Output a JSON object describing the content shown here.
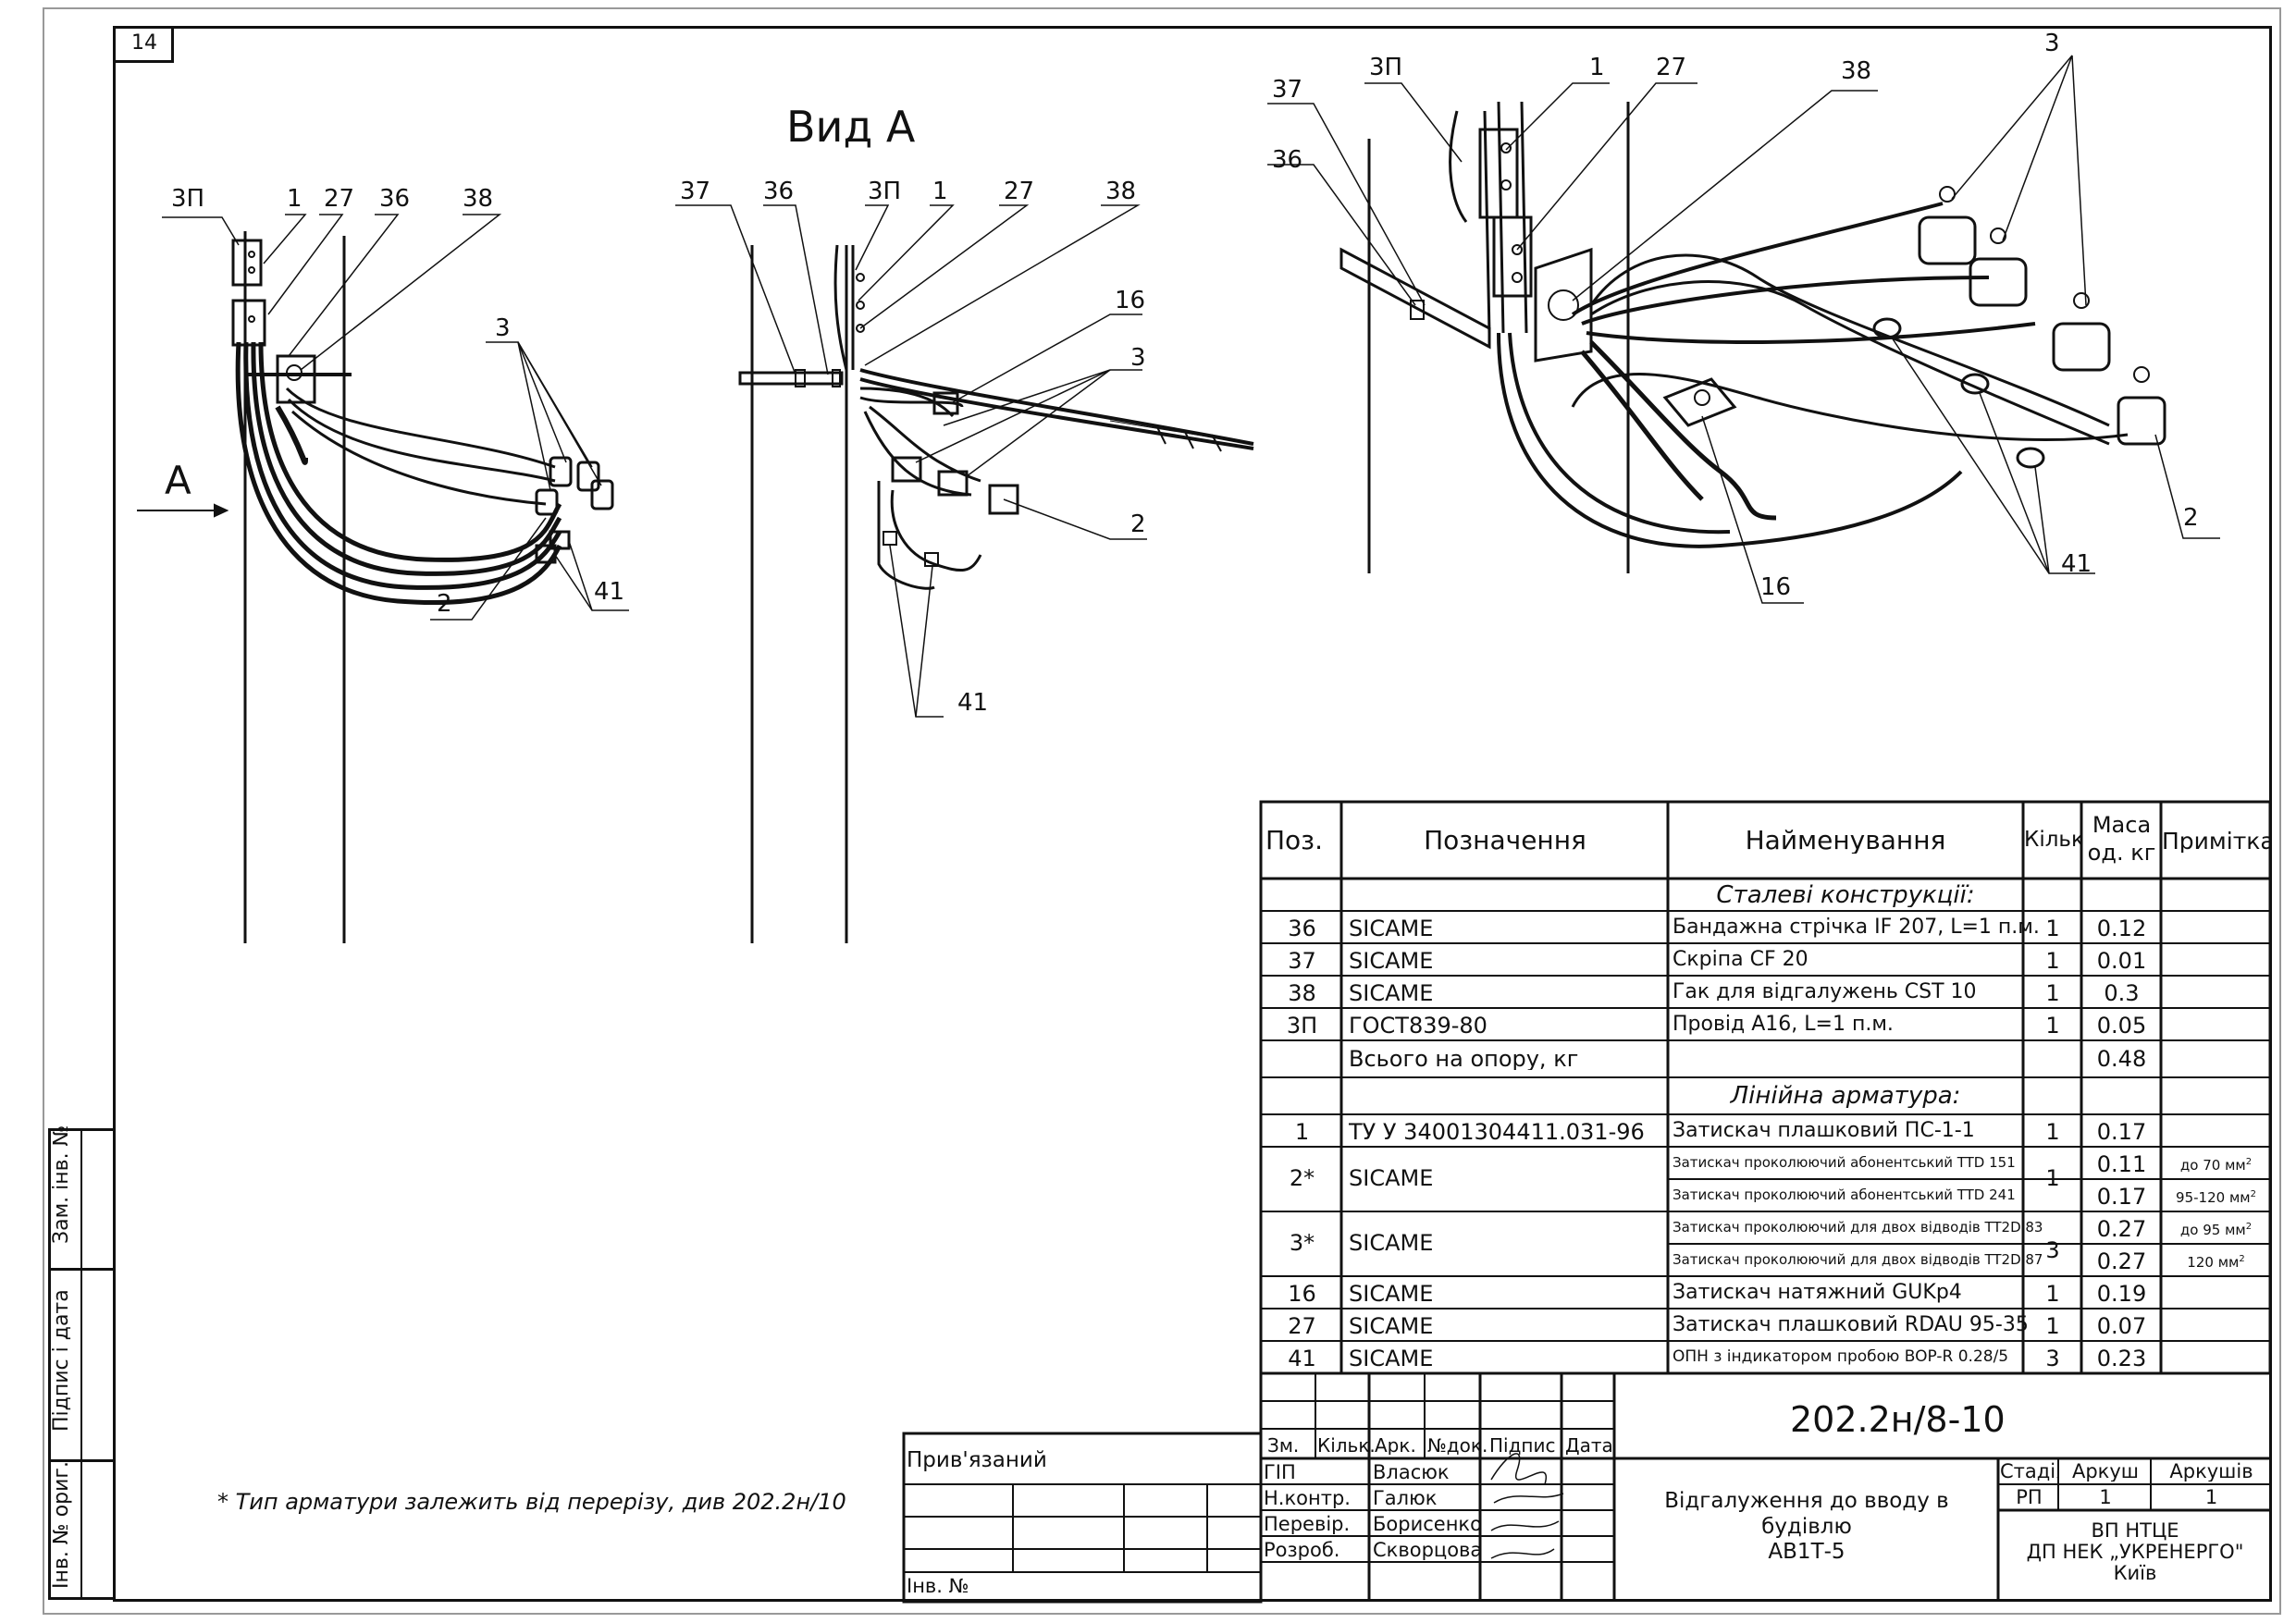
{
  "sheet": {
    "number": "14",
    "view_title": "Вид А",
    "view_arrow_label": "A",
    "footnote": "* Тип арматури залежить від перерізу, див 202.2н/10"
  },
  "callouts": {
    "view1": [
      "3П",
      "1",
      "27",
      "36",
      "38",
      "3",
      "2",
      "41"
    ],
    "view2": [
      "37",
      "36",
      "3П",
      "1",
      "27",
      "38",
      "16",
      "3",
      "2",
      "41"
    ],
    "view3": [
      "37",
      "36",
      "3П",
      "1",
      "27",
      "38",
      "3",
      "2",
      "16",
      "41"
    ]
  },
  "side_stamps": {
    "zam_inv": "Зам. інв. №",
    "pidpys_data": "Підпис і дата",
    "inv_orig": "Інв. № ориг."
  },
  "spec_table": {
    "headers": {
      "pos": "Поз.",
      "designation": "Позначення",
      "name": "Найменування",
      "qty": "Кільк.",
      "mass_line1": "Маса",
      "mass_line2": "од. кг",
      "note": "Примітка"
    },
    "section_steel": "Сталеві конструкції:",
    "steel_rows": [
      {
        "pos": "36",
        "designation": "SICAME",
        "name": "Бандажна стрічка IF 207, L=1 п.м.",
        "qty": "1",
        "mass": "0.12",
        "note": ""
      },
      {
        "pos": "37",
        "designation": "SICAME",
        "name": "Скріпа CF 20",
        "qty": "1",
        "mass": "0.01",
        "note": ""
      },
      {
        "pos": "38",
        "designation": "SICAME",
        "name": "Гак для відгалужень CST 10",
        "qty": "1",
        "mass": "0.3",
        "note": ""
      },
      {
        "pos": "3П",
        "designation": "ГОСТ839-80",
        "name": "Провід А16, L=1 п.м.",
        "qty": "1",
        "mass": "0.05",
        "note": ""
      }
    ],
    "total_row": {
      "label": "Всього на опору, кг",
      "mass": "0.48"
    },
    "section_line": "Лінійна арматура:",
    "line_rows": [
      {
        "pos": "1",
        "designation": "ТУ У 34001304411.031-96",
        "name": "Затискач плашковий ПС-1-1",
        "qty": "1",
        "mass": "0.17",
        "note": ""
      },
      {
        "pos": "16",
        "designation": "SICAME",
        "name": "Затискач натяжний GUKp4",
        "qty": "1",
        "mass": "0.19",
        "note": ""
      },
      {
        "pos": "27",
        "designation": "SICAME",
        "name": "Затискач плашковий RDAU 95-35",
        "qty": "1",
        "mass": "0.07",
        "note": ""
      },
      {
        "pos": "41",
        "designation": "SICAME",
        "name": "ОПН з індикатором пробою BOP-R 0.28/5",
        "qty": "3",
        "mass": "0.23",
        "note": ""
      }
    ],
    "row2": {
      "pos": "2*",
      "designation": "SICAME",
      "qty": "1",
      "sub": [
        {
          "name": "Затискач проколюючий абонентський TTD 151",
          "mass": "0.11",
          "note": "до 70 мм"
        },
        {
          "name": "Затискач проколюючий абонентський TTD 241",
          "mass": "0.17",
          "note": "95-120 мм"
        }
      ]
    },
    "row3": {
      "pos": "3*",
      "designation": "SICAME",
      "qty": "3",
      "sub": [
        {
          "name": "Затискач проколюючий для двох відводів TT2D 83",
          "mass": "0.27",
          "note": "до 95 мм"
        },
        {
          "name": "Затискач проколюючий для двох відводів TT2D 87",
          "mass": "0.27",
          "note": "120 мм"
        }
      ]
    },
    "sq_mark": "2"
  },
  "title_block": {
    "doc_code": "202.2н/8-10",
    "privyazanyi": "Прив'язаний",
    "inv_no": "Інв. №",
    "col_headers": [
      "Зм.",
      "Кільк.",
      "Арк.",
      "№док.",
      "Підпис",
      "Дата"
    ],
    "roles": [
      {
        "role": "ГІП",
        "name": "Власюк"
      },
      {
        "role": "Н.контр.",
        "name": "Галюк"
      },
      {
        "role": "Перевір.",
        "name": "Борисенко"
      },
      {
        "role": "Розроб.",
        "name": "Скворцова"
      }
    ],
    "drawing_title": [
      "Відгалуження до вводу в",
      "будівлю",
      "АВ1Т-5"
    ],
    "stage_label": "Стадія",
    "sheet_label": "Аркуш",
    "sheets_label": "Аркушів",
    "stage_value": "РП",
    "sheet_value": "1",
    "sheets_value": "1",
    "org": [
      "ВП НТЦЕ",
      "ДП НЕК „УКРЕНЕРГО\"",
      "Київ"
    ]
  }
}
